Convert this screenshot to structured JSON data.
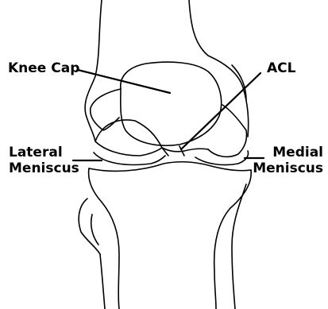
{
  "labels": {
    "knee_cap": "Knee Cap",
    "acl": "ACL",
    "lateral_meniscus": {
      "line1": "Lateral",
      "line2": "Meniscus"
    },
    "medial_meniscus": {
      "line1": "Medial",
      "line2": "Meniscus"
    }
  },
  "colors": {
    "ink": "#000000",
    "background": "#ffffff"
  }
}
